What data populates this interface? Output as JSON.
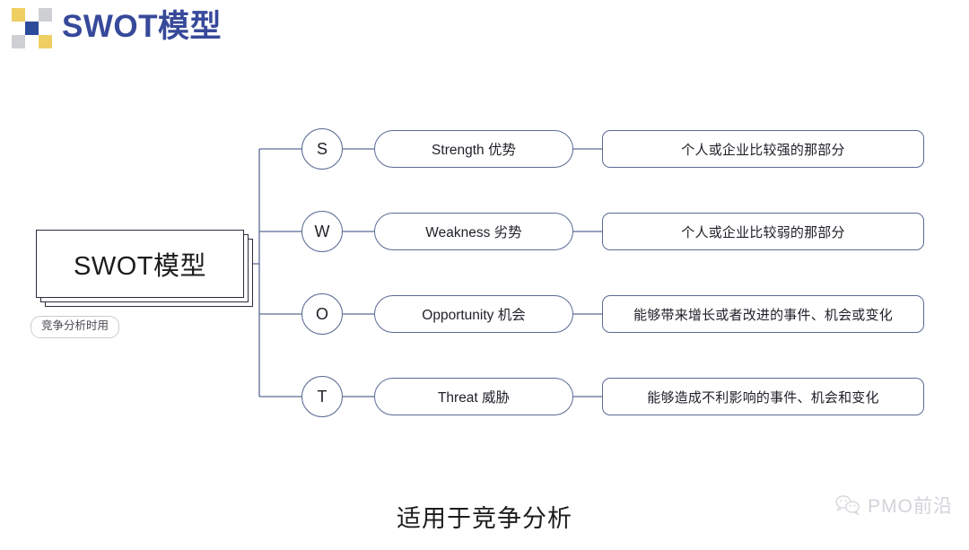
{
  "header": {
    "title": "SWOT模型",
    "title_color": "#37499a",
    "logo": {
      "name": "swot-logo-mark",
      "squares": [
        {
          "position": "top-left",
          "color": "#f0cf62"
        },
        {
          "position": "top-right",
          "color": "#cfd0d4"
        },
        {
          "position": "center",
          "color": "#2c4a9a"
        },
        {
          "position": "bottom-left",
          "color": "#cfd0d4"
        },
        {
          "position": "bottom-right",
          "color": "#f0cf62"
        }
      ]
    }
  },
  "diagram": {
    "root": {
      "label": "SWOT模型",
      "tag": "竞争分析时用",
      "border_color": "#2b2b3d"
    },
    "line_color": "#5a6a93",
    "rows": [
      {
        "letter": "S",
        "term": "Strength 优势",
        "description": "个人或企业比较强的那部分"
      },
      {
        "letter": "W",
        "term": "Weakness 劣势",
        "description": "个人或企业比较弱的那部分"
      },
      {
        "letter": "O",
        "term": "Opportunity 机会",
        "description": "能够带来增长或者改进的事件、机会或变化"
      },
      {
        "letter": "T",
        "term": "Threat 威胁",
        "description": "能够造成不利影响的事件、机会和变化"
      }
    ]
  },
  "footer": {
    "caption": "适用于竞争分析",
    "watermark": "PMO前沿"
  }
}
